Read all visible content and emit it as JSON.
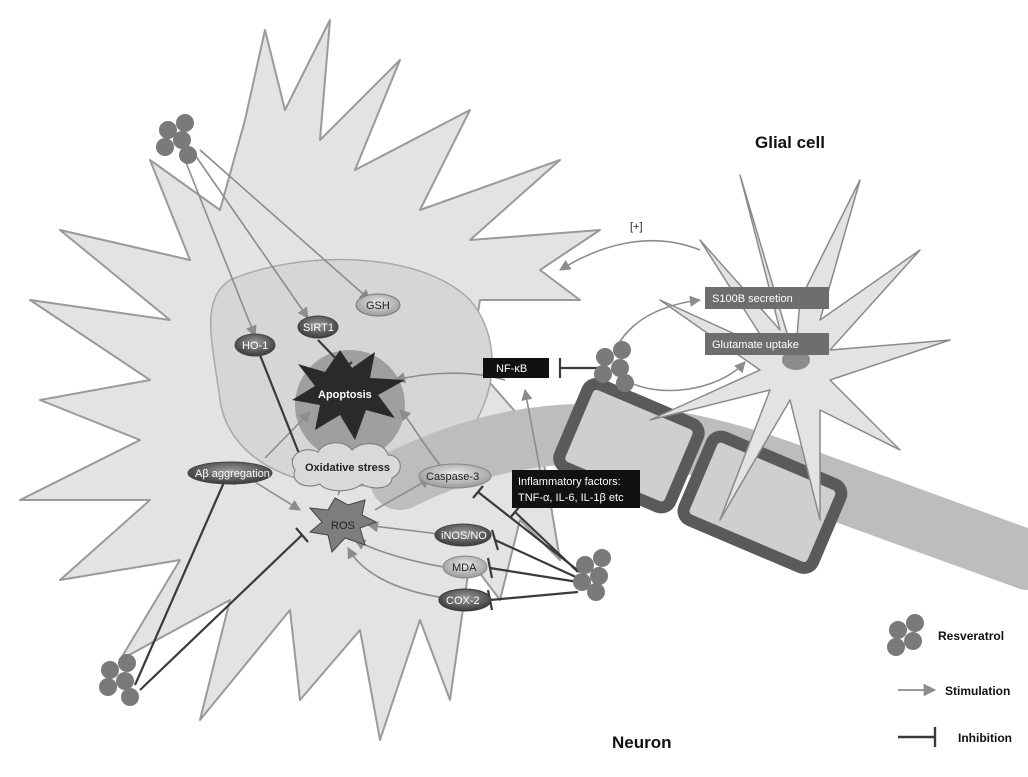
{
  "labels": {
    "glial_cell": "Glial cell",
    "neuron": "Neuron",
    "plus": "[+]",
    "s100b": "S100B secretion",
    "glutamate": "Glutamate uptake",
    "nfkb": "NF-κB",
    "gsh": "GSH",
    "sirt1": "SIRT1",
    "ho1": "HO-1",
    "apoptosis": "Apoptosis",
    "oxidative_stress": "Oxidative stress",
    "abeta": "Aβ aggregation",
    "caspase3": "Caspase-3",
    "inflam_line1": "Inflammatory factors:",
    "inflam_line2": "TNF-α, IL-6, IL-1β etc",
    "ros": "ROS",
    "inos": "iNOS/NO",
    "mda": "MDA",
    "cox2": "COX-2"
  },
  "legend": {
    "resveratrol": "Resveratrol",
    "stimulation": "Stimulation",
    "inhibition": "Inhibition"
  }
}
